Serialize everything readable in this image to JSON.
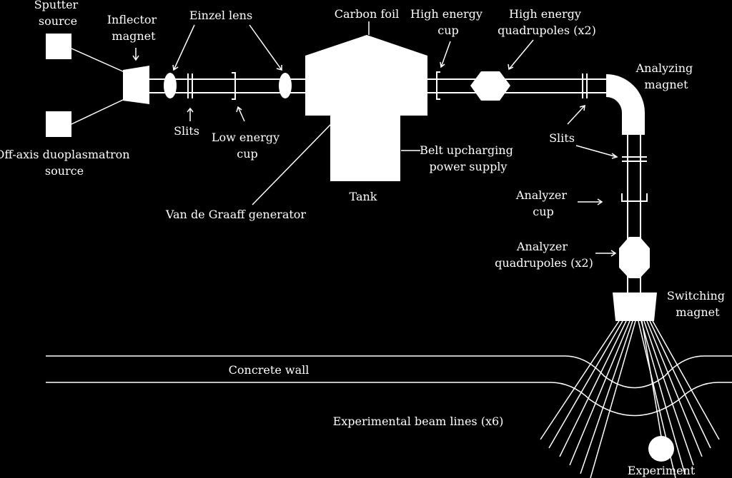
{
  "labels": {
    "sputter_source": [
      "Sputter",
      "source"
    ],
    "inflector_magnet": [
      "Inflector",
      "magnet"
    ],
    "einzel_lens": "Einzel lens",
    "carbon_foil": "Carbon foil",
    "high_energy_cup": [
      "High energy",
      "cup"
    ],
    "high_energy_quadrupoles": [
      "High energy",
      "quadrupoles (x2)"
    ],
    "analyzing_magnet": [
      "Analyzing",
      "magnet"
    ],
    "slits_left": "Slits",
    "low_energy_cup": [
      "Low energy",
      "cup"
    ],
    "duoplasmatron": [
      "Off-axis duoplasmatron",
      "source"
    ],
    "belt_upcharging": [
      "Belt upcharging",
      "power supply"
    ],
    "slits_right": "Slits",
    "tank": "Tank",
    "van_de_graaff": "Van de Graaff generator",
    "analyzer_cup": [
      "Analyzer",
      "cup"
    ],
    "analyzer_quadrupoles": [
      "Analyzer",
      "quadrupoles (x2)"
    ],
    "switching_magnet": [
      "Switching",
      "magnet"
    ],
    "concrete_wall": "Concrete wall",
    "beam_lines": "Experimental beam lines (x6)",
    "experiment": "Experiment"
  },
  "colors": {
    "background": "#000000",
    "foreground": "#ffffff"
  }
}
